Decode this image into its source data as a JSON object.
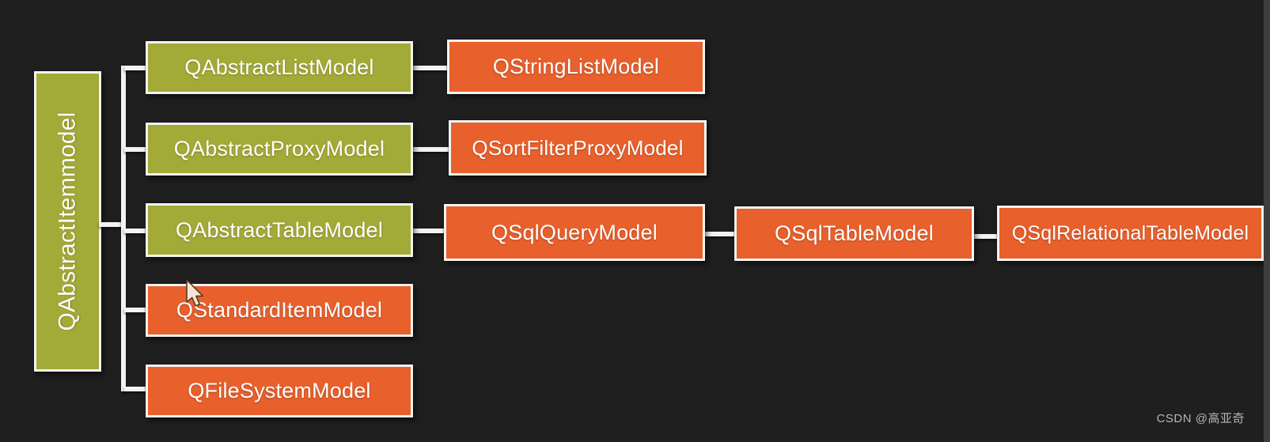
{
  "colors": {
    "olive": "#a4aa37",
    "orange": "#e8602c",
    "background": "#1f1f1f",
    "border": "#f3f3f3",
    "connector": "#f3f3f3",
    "text": "#ffffff",
    "watermark": "#b5b5b3",
    "edge": "#3e3e3e"
  },
  "diagram": {
    "root": {
      "label": "QAbstractItemmodel",
      "color": "#a4aa37"
    },
    "rows": [
      {
        "boxes": [
          {
            "label": "QAbstractListModel",
            "color": "#a4aa37"
          },
          {
            "label": "QStringListModel",
            "color": "#e8602c"
          }
        ]
      },
      {
        "boxes": [
          {
            "label": "QAbstractProxyModel",
            "color": "#a4aa37"
          },
          {
            "label": "QSortFilterProxyModel",
            "color": "#e8602c"
          }
        ]
      },
      {
        "boxes": [
          {
            "label": "QAbstractTableModel",
            "color": "#a4aa37"
          },
          {
            "label": "QSqlQueryModel",
            "color": "#e8602c"
          },
          {
            "label": "QSqlTableModel",
            "color": "#e8602c"
          },
          {
            "label": "QSqlRelationalTableModel",
            "color": "#e8602c"
          }
        ]
      },
      {
        "boxes": [
          {
            "label": "QStandardItemModel",
            "color": "#e8602c"
          }
        ]
      },
      {
        "boxes": [
          {
            "label": "QFileSystemModel",
            "color": "#e8602c"
          }
        ]
      }
    ]
  },
  "icons": {
    "cursor": "arrow-pointer"
  },
  "watermark": {
    "text": "CSDN @高亚奇"
  }
}
